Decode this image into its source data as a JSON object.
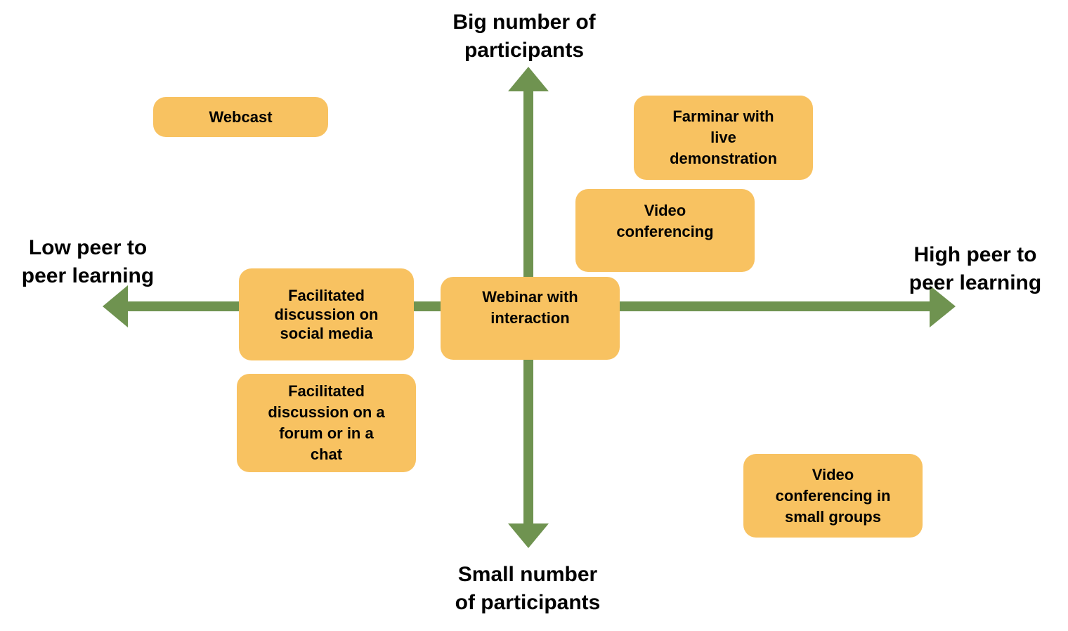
{
  "colors": {
    "axis": "#6f9350",
    "box_fill": "#f8c261",
    "text": "#000000",
    "background": "#ffffff"
  },
  "axes": {
    "top": "Big number of\nparticipants",
    "bottom": "Small number\nof participants",
    "left": "Low peer to\npeer learning",
    "right": "High peer to\npeer learning"
  },
  "items": {
    "webcast": "Webcast",
    "farminar": "Farminar with\nlive\ndemonstration",
    "video_conferencing": "Video\nconferencing",
    "social_media": "Facilitated\ndiscussion on\nsocial media",
    "webinar": "Webinar with\ninteraction",
    "forum_chat": "Facilitated\ndiscussion on a\nforum or in a\nchat",
    "small_groups": "Video\nconferencing in\nsmall groups"
  }
}
